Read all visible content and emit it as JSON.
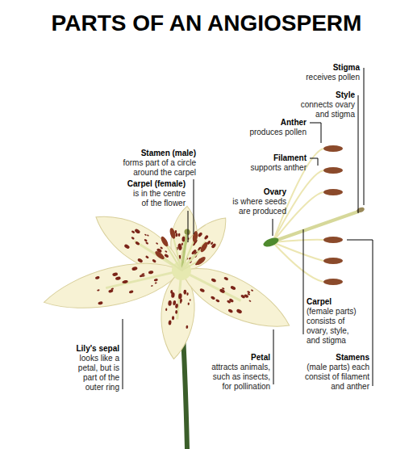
{
  "diagram": {
    "title": "PARTS OF AN ANGIOSPERM",
    "labels": [
      "Stigma",
      "receives pollen",
      "Style",
      "connects ovary and stigma",
      "Anther",
      "produces pollen",
      "Stamen (male)",
      "forms part of a circle around the carpel",
      "Filament",
      "supports anther",
      "Carpel (female)",
      "is in the centre of the flower",
      "Ovary",
      "is where seeds are produced",
      "Carpel",
      "(female parts) consists of ovary, style, and stigma",
      "Lily's sepal",
      "looks like a petal, but is part of the outer ring",
      "Petal",
      "attracts animals, such as insects, for pollination",
      "Stamens",
      "(male parts) each consist of filament and anther"
    ]
  }
}
